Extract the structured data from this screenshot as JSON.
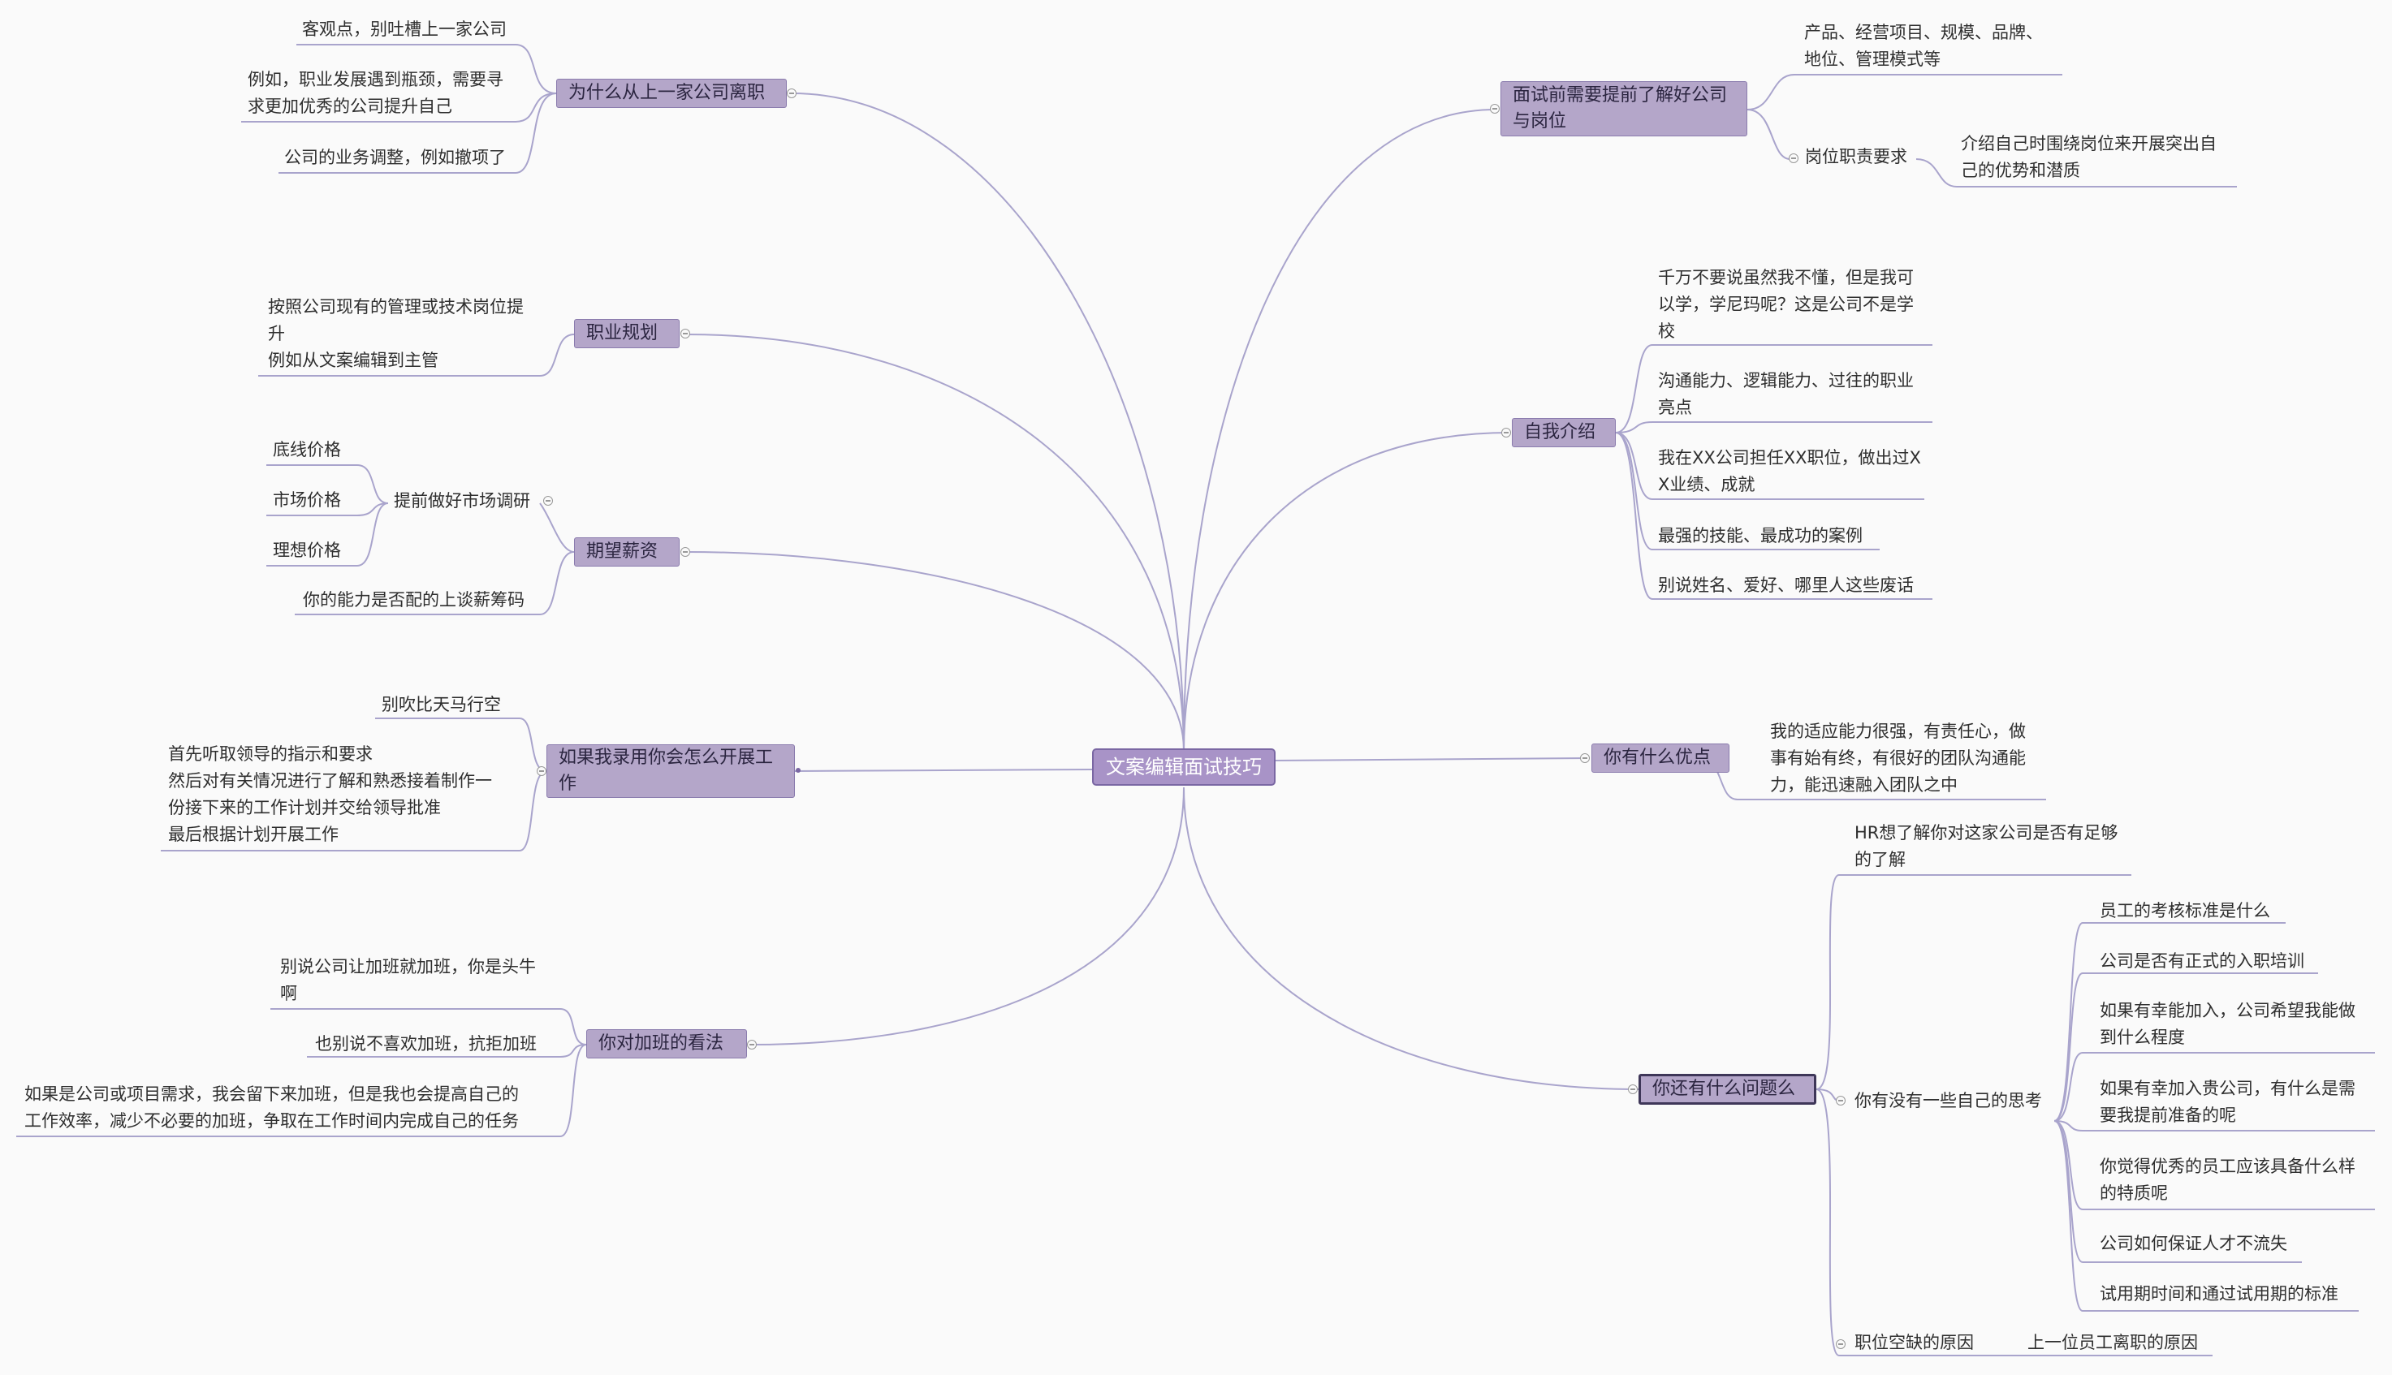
{
  "central": "文案编辑面试技巧",
  "left": {
    "why_leave": {
      "label": "为什么从上一家公司离职",
      "items": [
        "客观点，别吐槽上一家公司",
        "例如，职业发展遇到瓶颈，需要寻\n求更加优秀的公司提升自己",
        "公司的业务调整，例如撤项了"
      ]
    },
    "career": {
      "label": "职业规划",
      "items": [
        "按照公司现有的管理或技术岗位提\n升\n例如从文案编辑到主管"
      ]
    },
    "salary": {
      "label": "期望薪资",
      "research": "提前做好市场调研",
      "research_items": [
        "底线价格",
        "市场价格",
        "理想价格"
      ],
      "items": [
        "你的能力是否配的上谈薪筹码"
      ]
    },
    "if_hired": {
      "label": "如果我录用你会怎么开展工\n作",
      "items": [
        "别吹比天马行空",
        "首先听取领导的指示和要求\n然后对有关情况进行了解和熟悉接着制作一\n份接下来的工作计划并交给领导批准\n最后根据计划开展工作"
      ]
    },
    "overtime": {
      "label": "你对加班的看法",
      "items": [
        "别说公司让加班就加班，你是头牛\n啊",
        "也别说不喜欢加班，抗拒加班",
        "如果是公司或项目需求，我会留下来加班，但是我也会提高自己的\n工作效率，减少不必要的加班，争取在工作时间内完成自己的任务"
      ]
    }
  },
  "right": {
    "prepare": {
      "label": "面试前需要提前了解好公司\n与岗位",
      "items": [
        "产品、经营项目、规模、品牌、\n地位、管理模式等"
      ],
      "duty": "岗位职责要求",
      "duty_items": [
        "介绍自己时围绕岗位来开展突出自\n己的优势和潜质"
      ]
    },
    "intro": {
      "label": "自我介绍",
      "items": [
        "千万不要说虽然我不懂，但是我可\n以学，学尼玛呢？这是公司不是学\n校",
        "沟通能力、逻辑能力、过往的职业\n亮点",
        "我在XX公司担任XX职位，做出过X\nX业绩、成就",
        "最强的技能、最成功的案例",
        "别说姓名、爱好、哪里人这些废话"
      ]
    },
    "strength": {
      "label": "你有什么优点",
      "items": [
        "我的适应能力很强，有责任心，做\n事有始有终，有很好的团队沟通能\n力，能迅速融入团队之中"
      ]
    },
    "questions": {
      "label": "你还有什么问题么",
      "hr": "HR想了解你对这家公司是否有足够\n的了解",
      "thinking": "你有没有一些自己的思考",
      "thinking_items": [
        "员工的考核标准是什么",
        "公司是否有正式的入职培训",
        "如果有幸能加入，公司希望我能做\n到什么程度",
        "如果有幸加入贵公司，有什么是需\n要我提前准备的呢",
        "你觉得优秀的员工应该具备什么样\n的特质呢",
        "公司如何保证人才不流失",
        "试用期时间和通过试用期的标准"
      ],
      "vacancy": "职位空缺的原因",
      "vacancy_items": [
        "上一位员工离职的原因"
      ]
    }
  }
}
